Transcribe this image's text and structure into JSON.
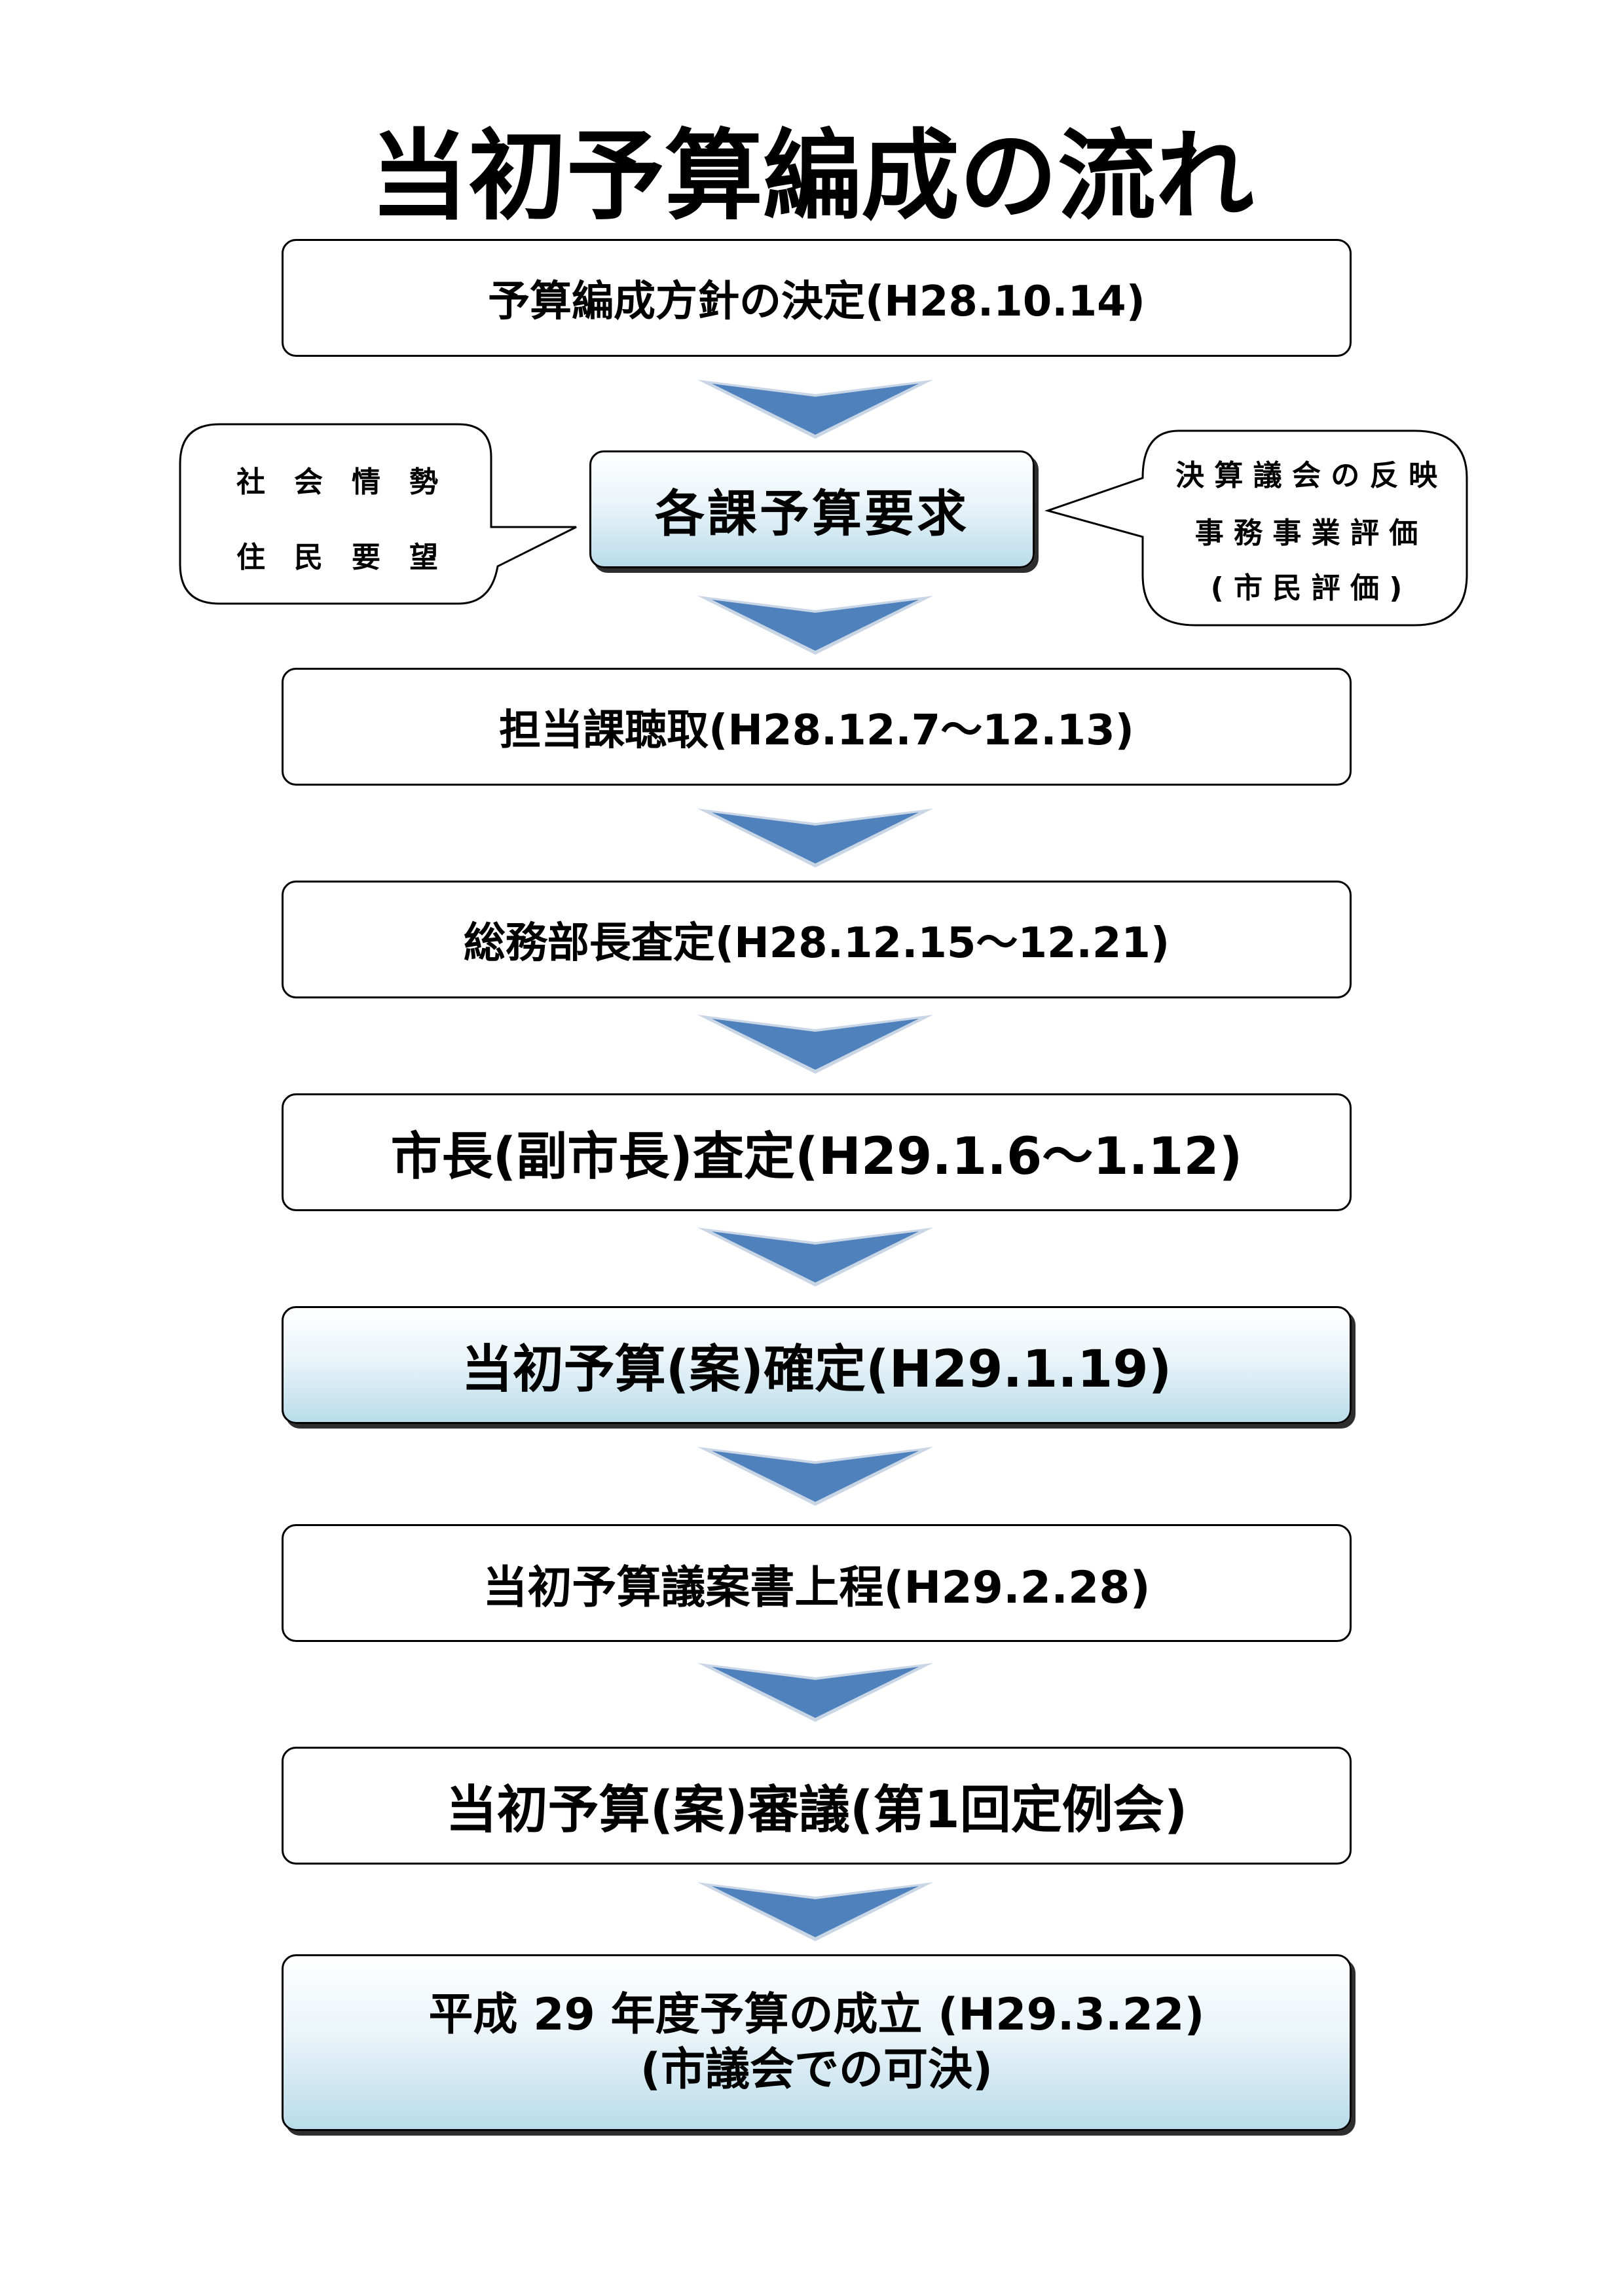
{
  "title": "当初予算編成の流れ",
  "steps": [
    "予算編成方針の決定(H28.10.14)",
    "担当課聴取(H28.12.7～12.13)",
    "総務部長査定(H28.12.15～12.21)",
    "市長(副市長)査定(H29.1.6～1.12)",
    "当初予算(案)確定(H29.1.19)",
    "当初予算議案書上程(H29.2.28)",
    "当初予算(案)審議(第1回定例会)"
  ],
  "request": "各課予算要求",
  "left_bubble": {
    "line1": "社　会　情　勢",
    "line2": "住　民　要　望"
  },
  "right_bubble": {
    "line1": "決 算 議 会 の 反 映",
    "line2": "事 務 事 業 評 価",
    "line3": "( 市 民 評 価 )"
  },
  "final": {
    "line1": "平成 29 年度予算の成立 (H29.3.22)",
    "line2": "(市議会での可決)"
  },
  "colors": {
    "arrow": "#4f81bd",
    "arrow_edge": "#c9d6e6",
    "box_gradient_top": "#ffffff",
    "box_gradient_bottom": "#b9dcea",
    "shadow": "#2e2e2e"
  }
}
